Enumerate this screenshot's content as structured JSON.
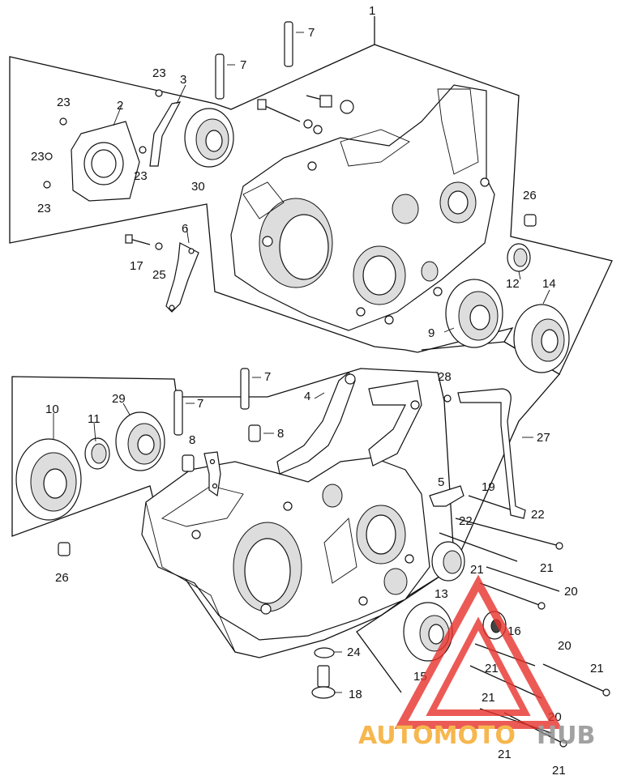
{
  "callouts": {
    "c1": "1",
    "c2": "2",
    "c3": "3",
    "c4": "4",
    "c5": "5",
    "c6": "6",
    "c7a": "7",
    "c7b": "7",
    "c7c": "7",
    "c7d": "7",
    "c8a": "8",
    "c8b": "8",
    "c9": "9",
    "c10": "10",
    "c11": "11",
    "c12": "12",
    "c13": "13",
    "c14": "14",
    "c15": "15",
    "c16": "16",
    "c17": "17",
    "c18": "18",
    "c19": "19",
    "c20a": "20",
    "c20b": "20",
    "c20c": "20",
    "c21a": "21",
    "c21b": "21",
    "c21c": "21",
    "c21d": "21",
    "c21e": "21",
    "c21f": "21",
    "c21g": "21",
    "c22a": "22",
    "c22b": "22",
    "c23a": "23",
    "c23b": "23",
    "c23c": "23",
    "c23d": "23",
    "c23e": "23",
    "c24": "24",
    "c25": "25",
    "c26a": "26",
    "c26b": "26",
    "c27": "27",
    "c28": "28",
    "c29": "29",
    "c30": "30"
  },
  "watermark": {
    "text_left": "AUTOMOTO",
    "text_right": "HUB",
    "color_orange": "#f5a623",
    "color_gray": "#8a8a8a",
    "color_red": "#e8322d"
  }
}
